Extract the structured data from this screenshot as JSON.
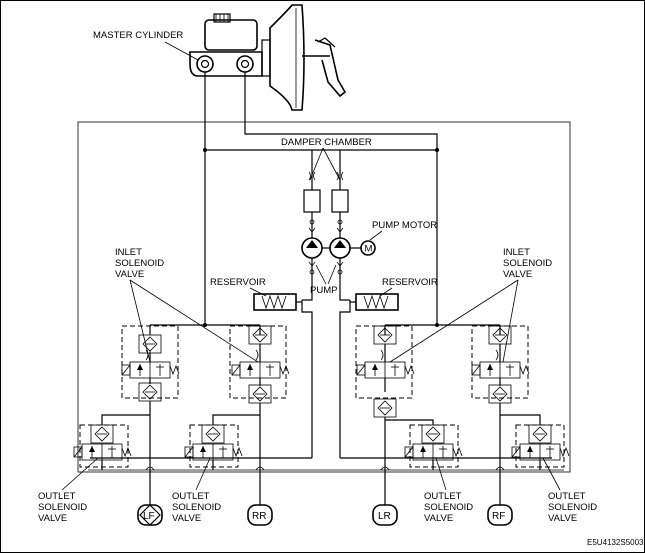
{
  "labels": {
    "master_cylinder": "MASTER CYLINDER",
    "damper_chamber": "DAMPER CHAMBER",
    "pump_motor": "PUMP MOTOR",
    "pump": "PUMP",
    "reservoir_left": "RESERVOIR",
    "reservoir_right": "RESERVOIR",
    "inlet_left": [
      "INLET",
      "SOLENOID",
      "VALVE"
    ],
    "inlet_right": [
      "INLET",
      "SOLENOID",
      "VALVE"
    ],
    "outlet_1": [
      "OUTLET",
      "SOLENOID",
      "VALVE"
    ],
    "outlet_2": [
      "OUTLET",
      "SOLENOID",
      "VALVE"
    ],
    "outlet_3": [
      "OUTLET",
      "SOLENOID",
      "VALVE"
    ],
    "outlet_4": [
      "OUTLET",
      "SOLENOID",
      "VALVE"
    ],
    "motor_symbol": "M"
  },
  "ports": {
    "lf": "LF",
    "rr": "RR",
    "lr": "LR",
    "rf": "RF"
  },
  "figure_code": "E5U4132S5003"
}
